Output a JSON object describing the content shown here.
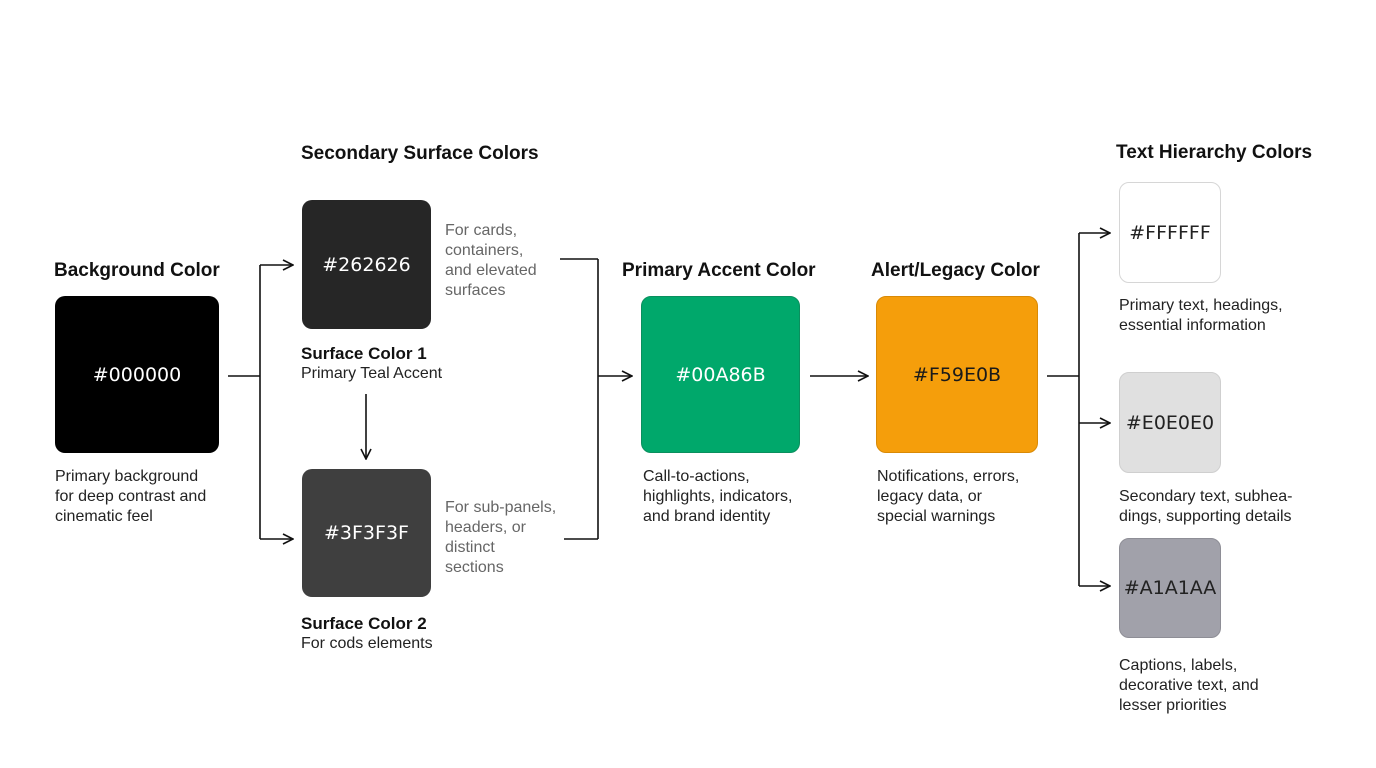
{
  "sections": {
    "secondary_title": "Secondary Surface Colors",
    "text_hierarchy_title": "Text Hierarchy Colors"
  },
  "background": {
    "title": "Background Color",
    "hex": "#000000",
    "color": "#000000",
    "desc": [
      "Primary background",
      "for deep contrast and",
      "cinematic feel"
    ]
  },
  "surface1": {
    "hex": "#262626",
    "color": "#262626",
    "note": [
      "For cards,",
      "containers,",
      "and elevated",
      "surfaces"
    ],
    "label": "Surface Color 1",
    "sublabel": "Primary Teal Accent"
  },
  "surface2": {
    "hex": "#3F3F3F",
    "color": "#3F3F3F",
    "note": [
      "For sub-panels,",
      "headers, or",
      "distinct",
      "sections"
    ],
    "label": "Surface Color 2",
    "sublabel": "For cods elements"
  },
  "accent": {
    "title": "Primary Accent Color",
    "hex": "#00A86B",
    "color": "#00A86B",
    "desc": [
      "Call-to-actions,",
      "highlights, indicators,",
      "and brand identity"
    ]
  },
  "alert": {
    "title": "Alert/Legacy Color",
    "hex": "#F59E0B",
    "color": "#F59E0B",
    "desc": [
      "Notifications, errors,",
      "legacy data, or",
      "special warnings"
    ]
  },
  "text_colors": [
    {
      "hex": "#FFFFFF",
      "color": "#FFFFFF",
      "desc": [
        "Primary text, headings,",
        "essential information"
      ]
    },
    {
      "hex": "#E0E0E0",
      "color": "#E0E0E0",
      "desc": [
        "Secondary text, subhea-",
        "dings, supporting details"
      ]
    },
    {
      "hex": "#A1A1AA",
      "color": "#A1A1AA",
      "desc": [
        "Captions, labels,",
        "decorative text, and",
        "lesser priorities"
      ]
    }
  ]
}
